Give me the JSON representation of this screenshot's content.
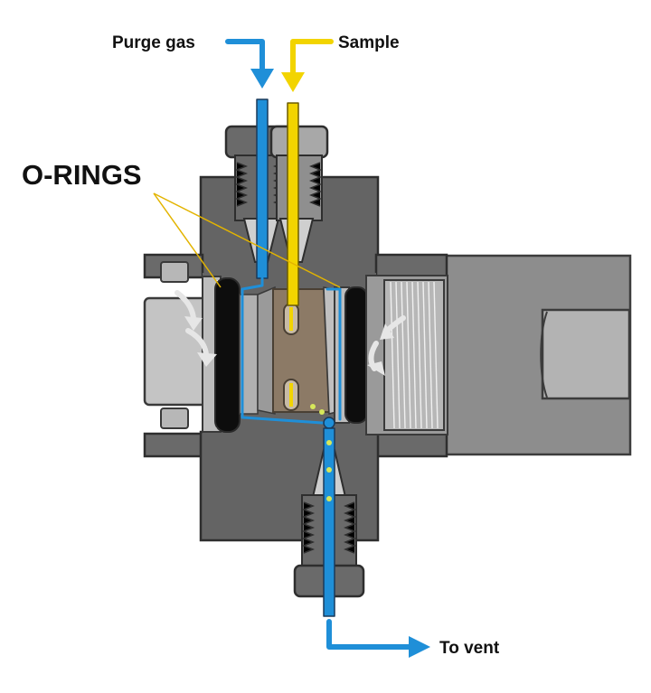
{
  "labels": {
    "purge_gas": "Purge gas",
    "sample": "Sample",
    "o_rings": "O-RINGS",
    "to_vent": "To vent"
  },
  "colors": {
    "purge_line": "#1f8fd8",
    "sample_line": "#f2d400",
    "body_dark": "#646464",
    "body_mid": "#8a8a8a",
    "body_light": "#bdbdbd",
    "o_ring": "#0d0d0d",
    "sample_chamber": "#8c7a66",
    "leader_line": "#e3b400",
    "flow_arrow": "#e6e6e6"
  }
}
